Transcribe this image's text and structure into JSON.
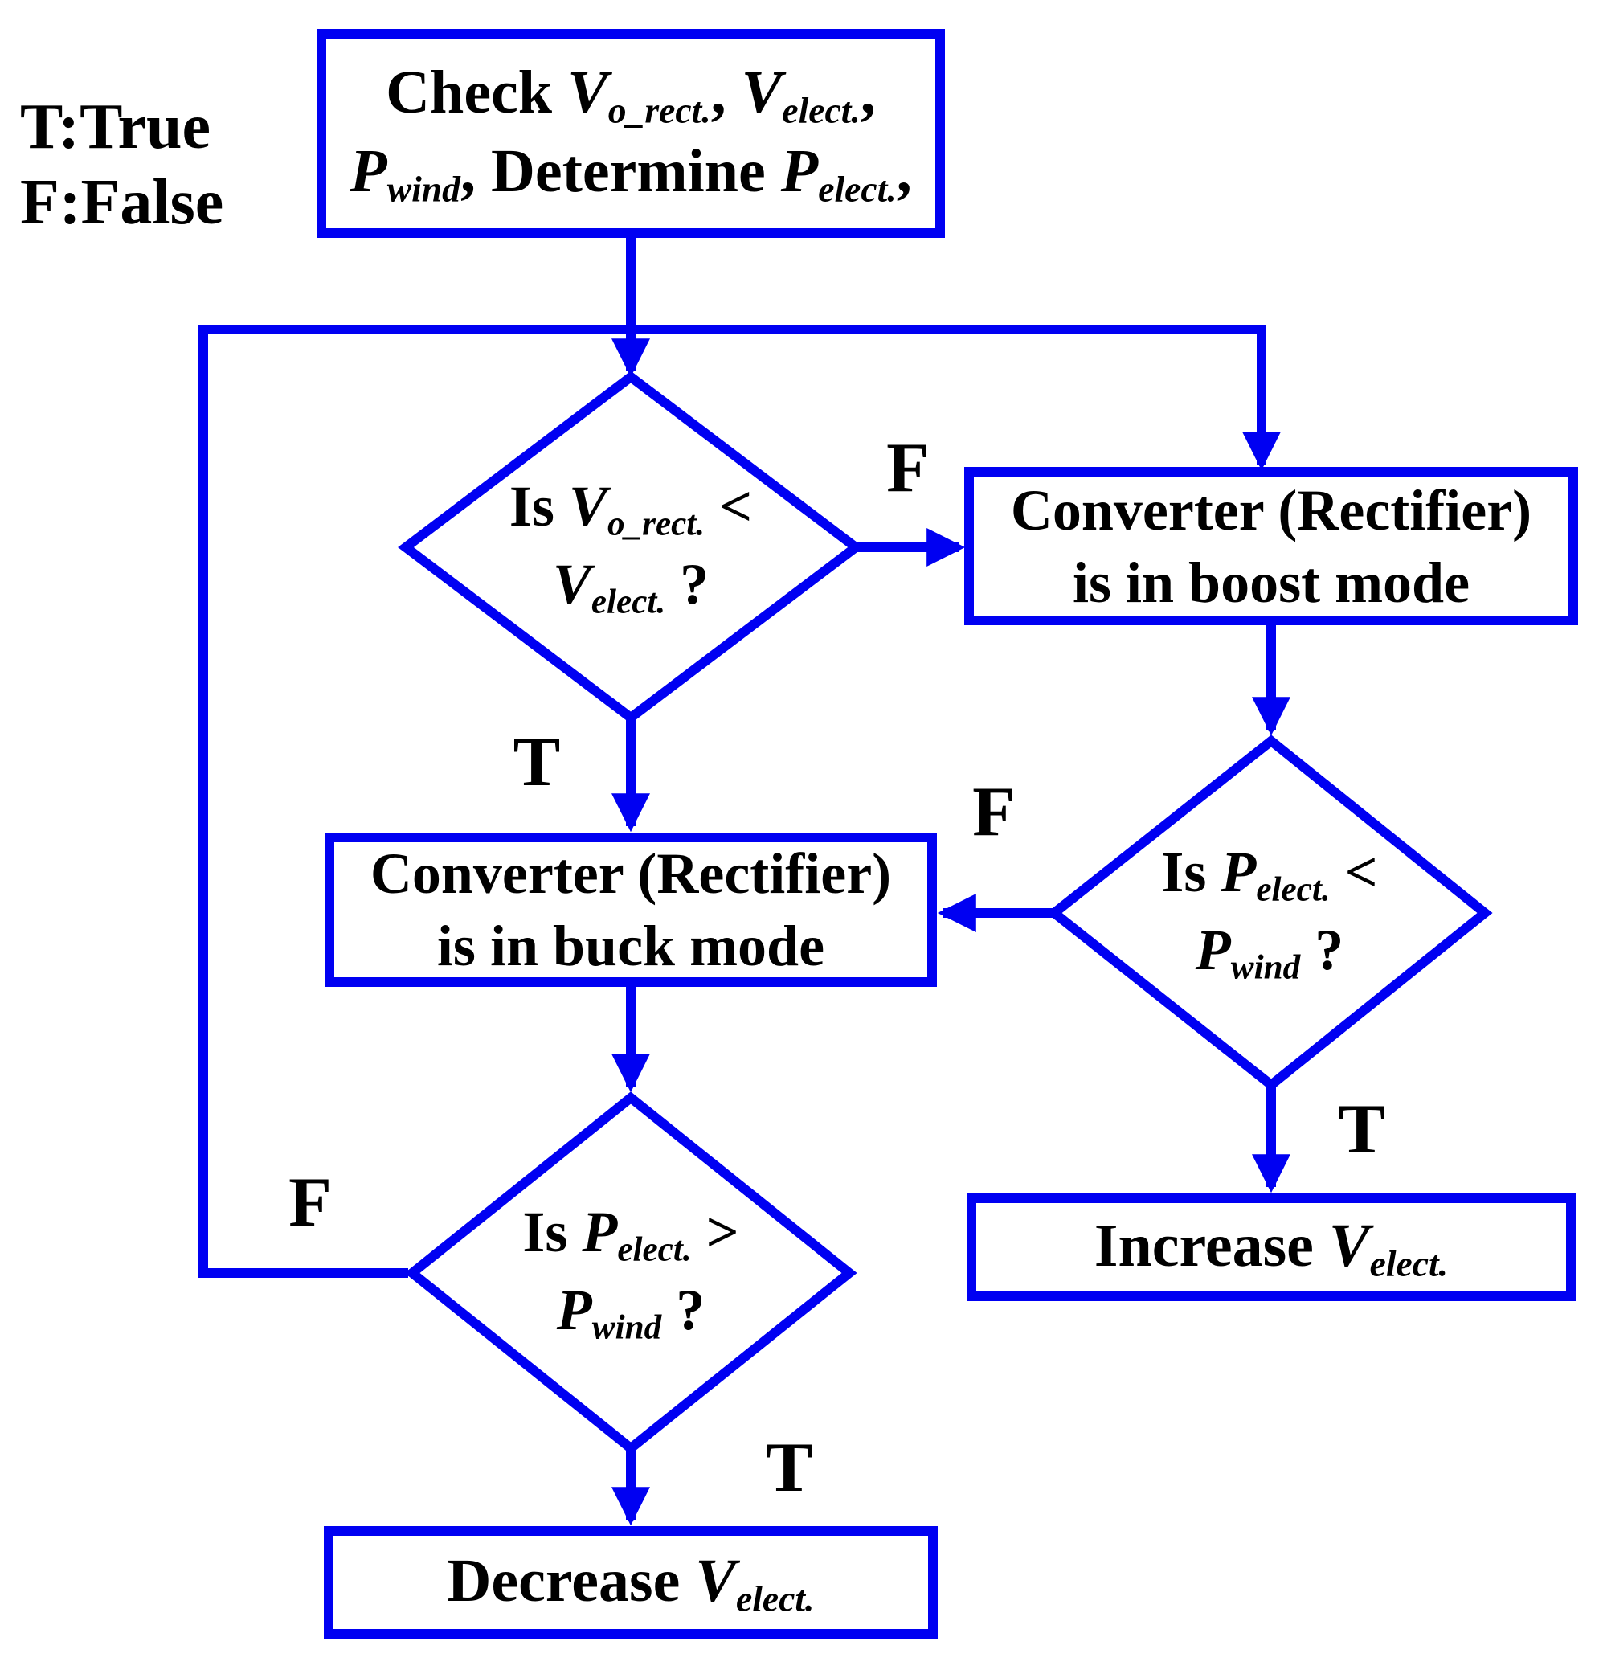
{
  "colors": {
    "line": "#0000F2",
    "text": "#000000",
    "background": "#FFFFFF"
  },
  "legend": {
    "line1": "T:True",
    "line2": "F:False"
  },
  "nodes": {
    "check": {
      "type": "process",
      "line1": [
        {
          "text": "Check "
        },
        {
          "text": "V"
        },
        {
          "text": "o_rect."
        },
        {
          "text": ", "
        },
        {
          "text": "V"
        },
        {
          "text": "elect."
        },
        {
          "text": ","
        }
      ],
      "line2": [
        {
          "text": "P"
        },
        {
          "text": "wind"
        },
        {
          "text": ", Determine "
        },
        {
          "text": "P"
        },
        {
          "text": "elect."
        },
        {
          "text": ","
        }
      ]
    },
    "d1": {
      "type": "decision",
      "line1": [
        {
          "text": "Is "
        },
        {
          "text": "V"
        },
        {
          "text": "o_rect."
        },
        {
          "text": " <"
        }
      ],
      "line2": [
        {
          "text": "V"
        },
        {
          "text": "elect."
        },
        {
          "text": " ?"
        }
      ]
    },
    "boost": {
      "type": "process",
      "line1": "Converter (Rectifier)",
      "line2": "is in boost mode"
    },
    "buck": {
      "type": "process",
      "line1": "Converter (Rectifier)",
      "line2": "is in buck mode"
    },
    "d2": {
      "type": "decision",
      "line1": [
        {
          "text": "Is "
        },
        {
          "text": "P"
        },
        {
          "text": "elect."
        },
        {
          "text": " <"
        }
      ],
      "line2": [
        {
          "text": "P"
        },
        {
          "text": "wind"
        },
        {
          "text": " ?"
        }
      ]
    },
    "d3": {
      "type": "decision",
      "line1": [
        {
          "text": "Is "
        },
        {
          "text": "P"
        },
        {
          "text": "elect."
        },
        {
          "text": " >"
        }
      ],
      "line2": [
        {
          "text": "P"
        },
        {
          "text": "wind"
        },
        {
          "text": " ?"
        }
      ]
    },
    "increase": {
      "type": "process",
      "line1": [
        {
          "text": "Increase "
        },
        {
          "text": "V"
        },
        {
          "text": "elect."
        }
      ]
    },
    "decrease": {
      "type": "process",
      "line1": [
        {
          "text": "Decrease "
        },
        {
          "text": "V"
        },
        {
          "text": "elect."
        }
      ]
    }
  },
  "edge_labels": {
    "d1_false": "F",
    "d1_true": "T",
    "d2_false": "F",
    "d2_true": "T",
    "d3_false": "F",
    "d3_true": "T"
  }
}
